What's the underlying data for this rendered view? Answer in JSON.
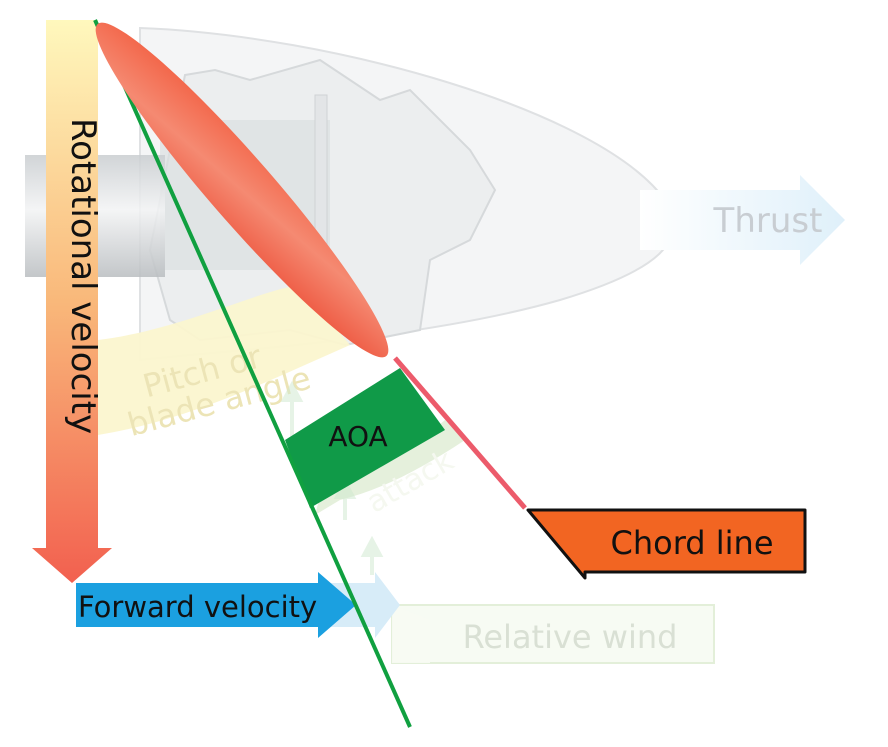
{
  "labels": {
    "rotational_velocity": "Rotational velocity",
    "thrust": "Thrust",
    "pitch_line1": "Pitch or",
    "pitch_line2": "blade angle",
    "aoa": "AOA",
    "attack": "attack",
    "chord_line": "Chord line",
    "forward_velocity": "Forward velocity",
    "relative_wind": "Relative wind"
  },
  "colors": {
    "blade": "#f26b4f",
    "chord_line": "#ec5b6b",
    "chord_box": "#f26522",
    "green_line": "#10a040",
    "aoa_band": "#109a48",
    "forward_arrow": "#1ba0e0",
    "rotational_top": "#fff6b0",
    "rotational_bottom": "#f26a55",
    "faded_green": "#eef6e4",
    "faded_yellow": "#fdf6cc",
    "thrust_arrow": "#e6f4fb"
  }
}
